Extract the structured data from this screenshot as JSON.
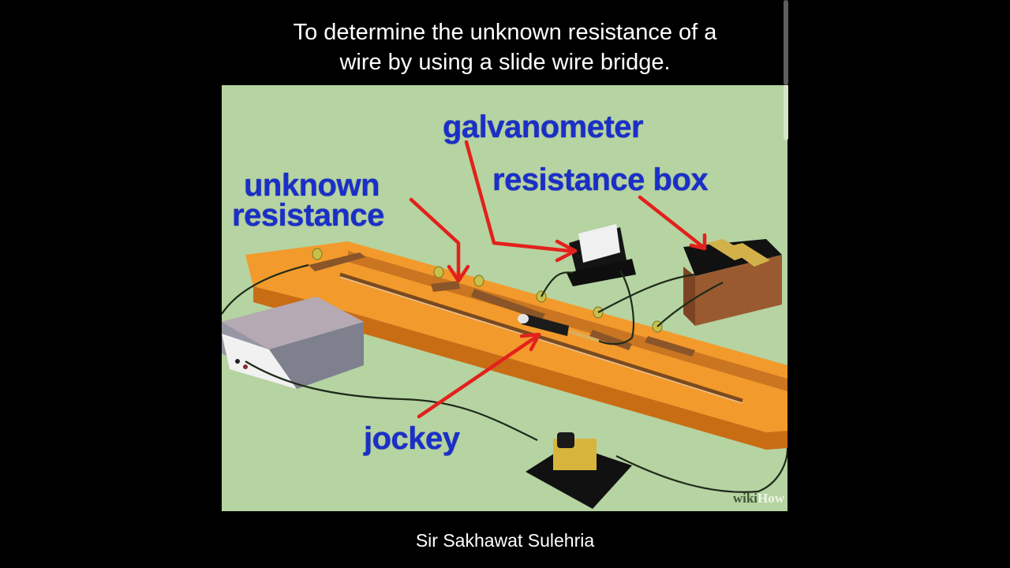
{
  "video": {
    "title_line1": "To determine the unknown resistance of a",
    "title_line2": "wire by using a slide wire bridge.",
    "credit": "Sir Sakhawat Sulehria"
  },
  "diagram": {
    "labels": {
      "galvanometer": "galvanometer",
      "resistance_box": "resistance box",
      "unknown_resistance_line1": "unknown",
      "unknown_resistance_line2": "resistance",
      "jockey": "jockey"
    },
    "watermark": {
      "part1": "wiki",
      "part2": "How"
    },
    "colors": {
      "background": "#b6d3a2",
      "label_text": "#1a2fc8",
      "arrow": "#e3211c",
      "wood": "#f0982a",
      "wire": "#1e2a1a"
    },
    "components": [
      "power-supply",
      "meter-bridge",
      "galvanometer",
      "resistance-box",
      "jockey",
      "key"
    ]
  }
}
